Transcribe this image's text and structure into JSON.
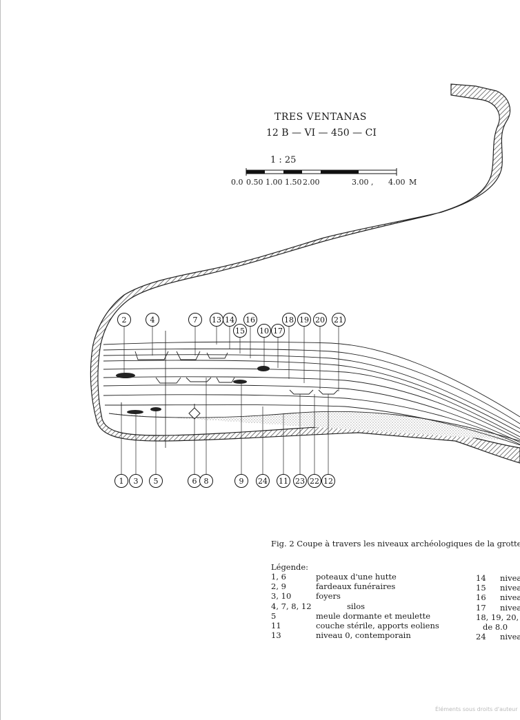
{
  "header": {
    "title": "TRES VENTANAS",
    "subtitle": "12 B — VI — 450 — CI"
  },
  "scale": {
    "ratio": "1 : 25",
    "ticks": [
      "0.0",
      "0.50",
      "1.00",
      "1.50",
      "2.00",
      "3.00 ,",
      "4.00",
      "M"
    ]
  },
  "section": {
    "top_markers": [
      "2",
      "4",
      "7",
      "13",
      "14",
      "16",
      "15",
      "10",
      "17",
      "18",
      "19",
      "20",
      "21"
    ],
    "bottom_markers": [
      "1",
      "3",
      "5",
      "6",
      "8",
      "9",
      "24",
      "11",
      "23",
      "22",
      "12"
    ]
  },
  "caption": "Fig. 2  Coupe à travers les niveaux archéologiques de la grotte",
  "legend": {
    "title": "Légende:",
    "left": [
      {
        "num": "1,  6",
        "text": "poteaux d'une hutte"
      },
      {
        "num": "2,  9",
        "text": "fardeaux funéraires"
      },
      {
        "num": "3, 10",
        "text": "foyers"
      },
      {
        "num": "4, 7, 8, 12",
        "text": "silos"
      },
      {
        "num": "5",
        "text": "meule dormante et meulette"
      },
      {
        "num": "11",
        "text": "couche stérile, apports eoliens"
      },
      {
        "num": "13",
        "text": "niveau 0, contemporain"
      }
    ],
    "right": [
      {
        "num": "14",
        "text": "nivea"
      },
      {
        "num": "15",
        "text": "niveau"
      },
      {
        "num": "16",
        "text": "niveau"
      },
      {
        "num": "17",
        "text": "niveau"
      },
      {
        "num": "18, 19, 20, 2",
        "text": ""
      },
      {
        "num": "",
        "text": "de 8.0"
      },
      {
        "num": "24",
        "text": "niveau"
      }
    ]
  },
  "watermark": "Éléments sous droits d'auteur"
}
